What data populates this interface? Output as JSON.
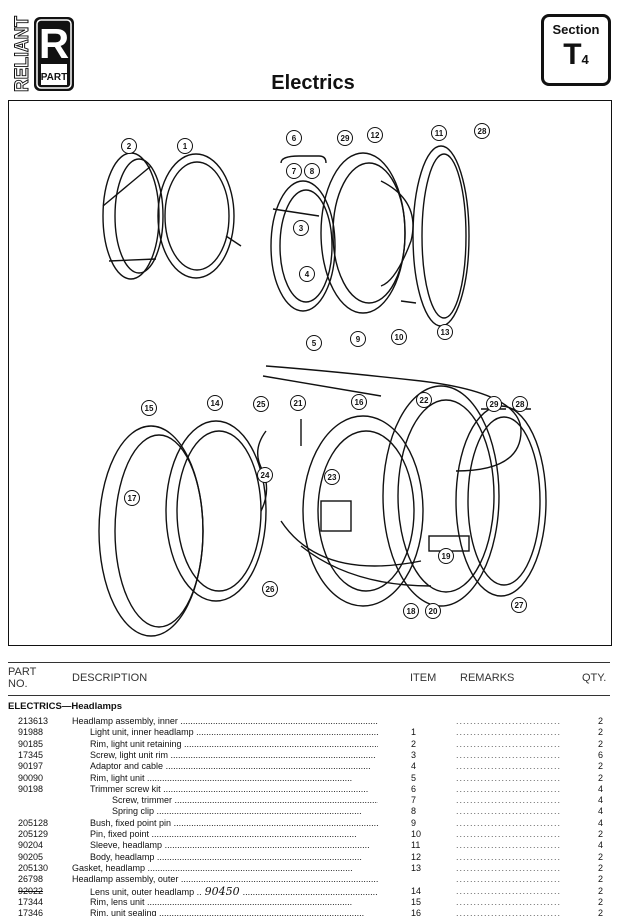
{
  "logo": {
    "brand": "RELIANT",
    "letter": "R",
    "sub": "PART"
  },
  "page_title": "Electrics",
  "section": {
    "label": "Section",
    "letter": "T",
    "number": "4"
  },
  "diagram": {
    "callouts": [
      "2",
      "1",
      "6",
      "7",
      "8",
      "29",
      "12",
      "11",
      "28",
      "3",
      "4",
      "5",
      "9",
      "10",
      "13",
      "29",
      "28",
      "15",
      "14",
      "25",
      "21",
      "16",
      "22",
      "17",
      "24",
      "23",
      "19",
      "26",
      "18",
      "20",
      "27"
    ]
  },
  "table": {
    "headers": {
      "part_no": "PART NO.",
      "description": "DESCRIPTION",
      "item": "ITEM",
      "remarks": "REMARKS",
      "qty": "QTY."
    },
    "group": "ELECTRICS—Headlamps",
    "rows": [
      {
        "part": "213613",
        "desc": "Headlamp assembly, inner",
        "item": "",
        "qty": "2",
        "indent": 0
      },
      {
        "part": "91988",
        "desc": "Light unit, inner headlamp",
        "item": "1",
        "qty": "2",
        "indent": 1
      },
      {
        "part": "90185",
        "desc": "Rim, light unit retaining",
        "item": "2",
        "qty": "2",
        "indent": 1
      },
      {
        "part": "17345",
        "desc": "Screw, light unit rim",
        "item": "3",
        "qty": "6",
        "indent": 1
      },
      {
        "part": "90197",
        "desc": "Adaptor and cable",
        "item": "4",
        "qty": "2",
        "indent": 1
      },
      {
        "part": "90090",
        "desc": "Rim, light unit",
        "item": "5",
        "qty": "2",
        "indent": 1
      },
      {
        "part": "90198",
        "desc": "Trimmer screw kit",
        "item": "6",
        "qty": "4",
        "indent": 1
      },
      {
        "part": "",
        "desc": "Screw, trimmer",
        "item": "7",
        "qty": "4",
        "indent": 2
      },
      {
        "part": "",
        "desc": "Spring clip",
        "item": "8",
        "qty": "4",
        "indent": 2
      },
      {
        "part": "205128",
        "desc": "Bush, fixed point pin",
        "item": "9",
        "qty": "4",
        "indent": 1
      },
      {
        "part": "205129",
        "desc": "Pin, fixed point",
        "item": "10",
        "qty": "2",
        "indent": 1
      },
      {
        "part": "90204",
        "desc": "Sleeve, headlamp",
        "item": "11",
        "qty": "4",
        "indent": 1
      },
      {
        "part": "90205",
        "desc": "Body, headlamp",
        "item": "12",
        "qty": "2",
        "indent": 1
      },
      {
        "part": "205130",
        "desc": "Gasket, headlamp",
        "item": "13",
        "qty": "2",
        "indent": 0
      },
      {
        "part": "26798",
        "desc": "Headlamp assembly, outer",
        "item": "",
        "qty": "2",
        "indent": 0
      },
      {
        "part": "92022",
        "desc": "Lens unit, outer headlamp",
        "item": "14",
        "qty": "2",
        "indent": 1,
        "struck": true,
        "handwritten": "90450"
      },
      {
        "part": "17344",
        "desc": "Rim, lens unit",
        "item": "15",
        "qty": "2",
        "indent": 1
      },
      {
        "part": "17346",
        "desc": "Rim, unit sealing",
        "item": "16",
        "qty": "2",
        "indent": 1
      }
    ]
  }
}
